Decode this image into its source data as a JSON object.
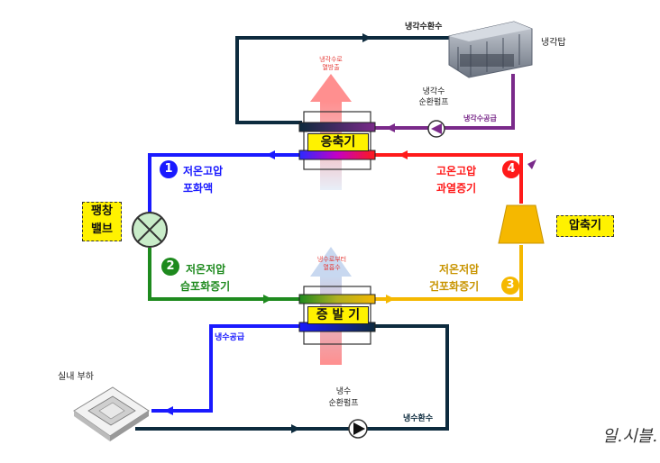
{
  "colors": {
    "navy": "#0d2b3e",
    "blue": "#1a1aff",
    "green": "#1e8a1e",
    "red": "#ff1a1a",
    "orange": "#f5b800",
    "purple": "#7a2a8a",
    "label_yellow": "#fff200"
  },
  "labels": {
    "cooling_water_return": "냉각수환수",
    "cooling_tower": "냉각탑",
    "cooling_water_pump_line1": "냉각수",
    "cooling_water_pump_line2": "순환펌프",
    "cooling_water_supply": "냉각수공급",
    "heat_release_line1": "냉각수로",
    "heat_release_line2": "열방출",
    "condenser": "응축기",
    "state1_line1": "저온고압",
    "state1_line2": "포화액",
    "state4_line1": "고온고압",
    "state4_line2": "과열증기",
    "expansion_valve_line1": "팽창",
    "expansion_valve_line2": "밸브",
    "compressor": "압축기",
    "state2_line1": "저온저압",
    "state2_line2": "습포화증기",
    "state3_line1": "저온저압",
    "state3_line2": "건포화증기",
    "heat_absorb_line1": "냉수로부터",
    "heat_absorb_line2": "열흡수",
    "evaporator": "증 발 기",
    "chilled_water_supply": "냉수공급",
    "indoor_load": "실내 부하",
    "chilled_pump_line1": "냉수",
    "chilled_pump_line2": "순환펌프",
    "chilled_water_return": "냉수환수",
    "watermark": "일.시블."
  },
  "states": {
    "s1": "1",
    "s2": "2",
    "s3": "3",
    "s4": "4"
  }
}
